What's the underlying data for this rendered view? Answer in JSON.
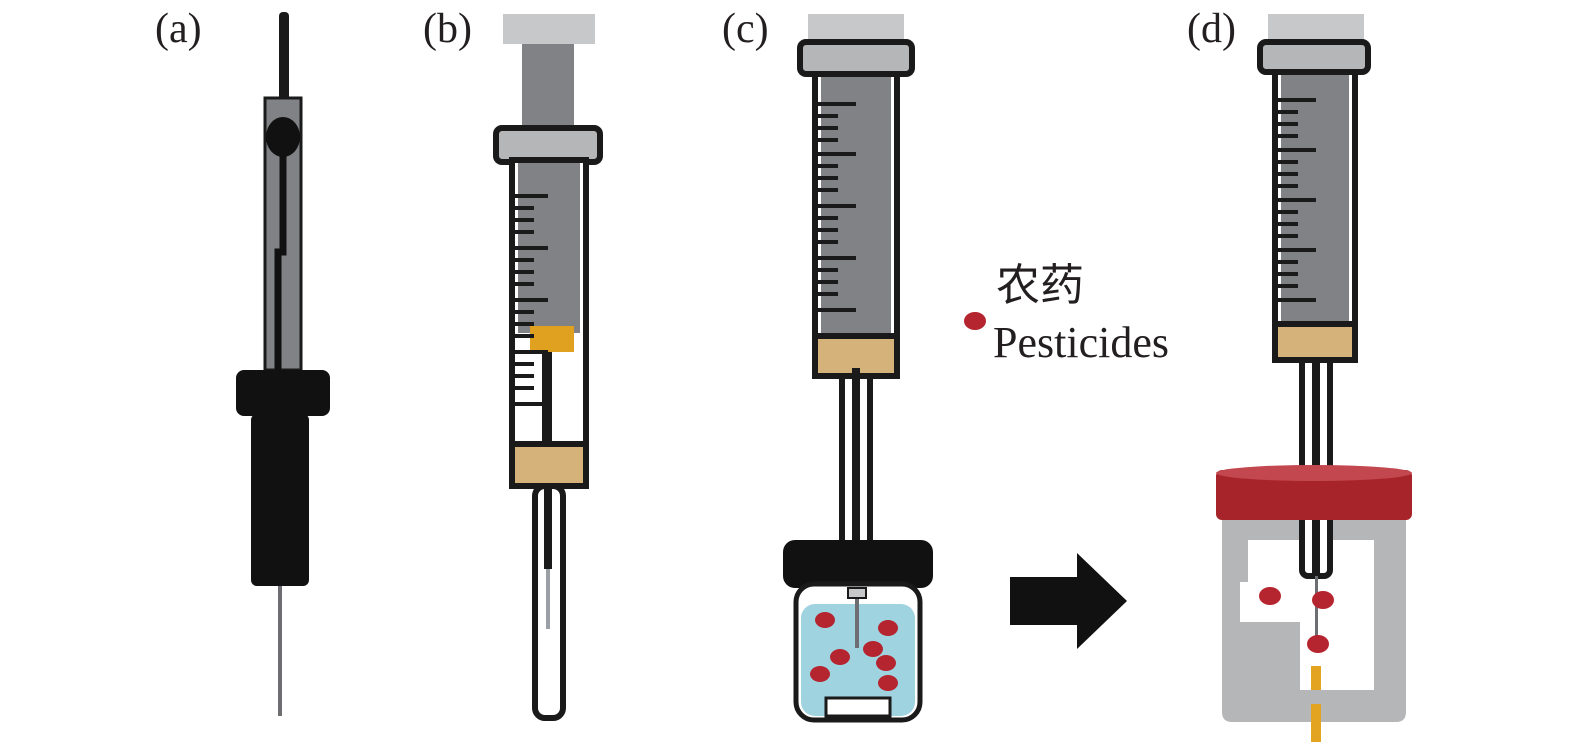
{
  "panels": {
    "a": {
      "label": "(a)"
    },
    "b": {
      "label": "(b)"
    },
    "c": {
      "label": "(c)"
    },
    "d": {
      "label": "(d)"
    }
  },
  "legend": {
    "chinese_label": "农药",
    "english_label": "Pesticides"
  },
  "colors": {
    "outline": "#1a1a1a",
    "barrel_gray": "#808285",
    "cap_gray": "#c7c8ca",
    "plunger_tan": "#d4b27a",
    "plunger_amber": "#e0a020",
    "pesticide_red": "#b5252f",
    "vial_liquid": "#9fd3e0",
    "vial_cap_red": "#a8242b",
    "vial_body_gray": "#b5b6b8",
    "fiber_orange": "#e3a521",
    "arrow_black": "#111111"
  }
}
